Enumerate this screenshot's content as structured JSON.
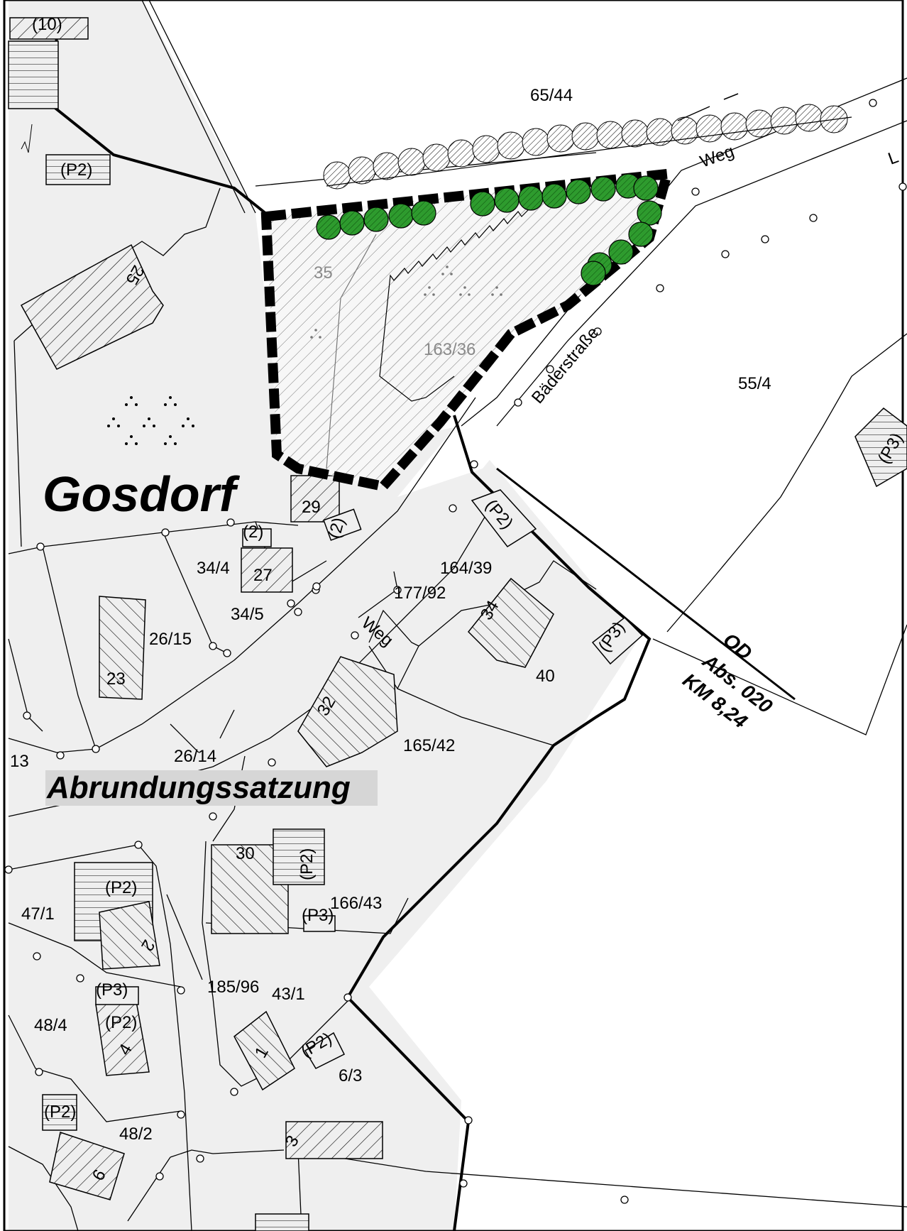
{
  "map": {
    "place_name": "Gosdorf",
    "banner": "Abrundungssatzung",
    "road": {
      "name": "Bäderstraße",
      "od_lines": [
        "OD",
        "Abs. 020",
        "KM 8,24"
      ]
    },
    "path_labels": [
      "Weg",
      "Weg",
      "L"
    ],
    "parcels_gray": [
      "35",
      "163/36"
    ],
    "parcels": [
      "65/44",
      "55/4",
      "29",
      "34/4",
      "27",
      "34/5",
      "26/15",
      "23",
      "164/39",
      "177/92",
      "34",
      "40",
      "32",
      "165/42",
      "26/14",
      "13",
      "30",
      "166/43",
      "47/1",
      "185/96",
      "43/1",
      "48/4",
      "4",
      "1",
      "6/3",
      "48/2",
      "3",
      "6",
      "2",
      "25"
    ],
    "building_tags": [
      "(10)",
      "(P2)",
      "(P3)",
      "(2)"
    ],
    "colors": {
      "settlement_fill": "#efefef",
      "tree_green": "#2e9b2e",
      "boundary": "#000000",
      "gray_text": "#8a8a8a"
    }
  }
}
